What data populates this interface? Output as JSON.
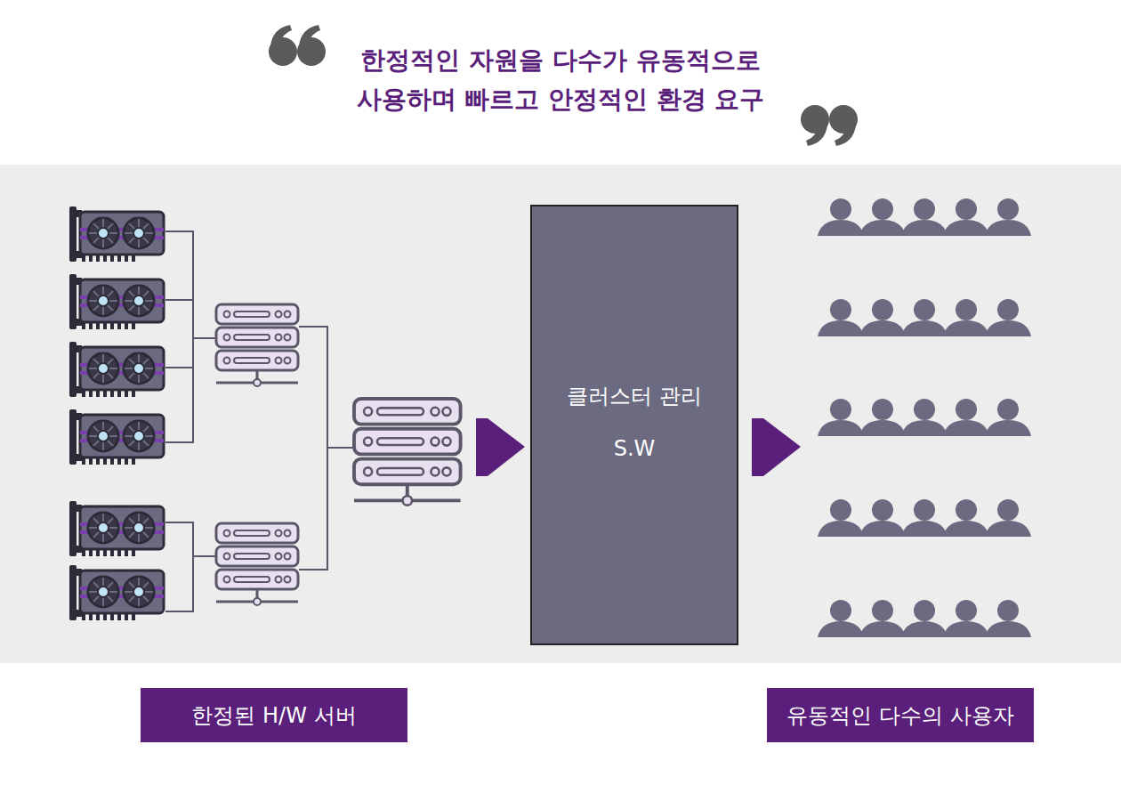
{
  "diagram": {
    "title": "한정적인 자원을 다수가 유동적으로 사용하며 빠르고 안정적인 환경 요구",
    "nodes": [
      {
        "text": [
          "클러스터 관리",
          "S.W"
        ]
      },
      {
        "text": [
          "한정된 H/W 서버"
        ]
      },
      {
        "text": [
          "유동적인 다수의 사용자"
        ]
      }
    ]
  }
}
